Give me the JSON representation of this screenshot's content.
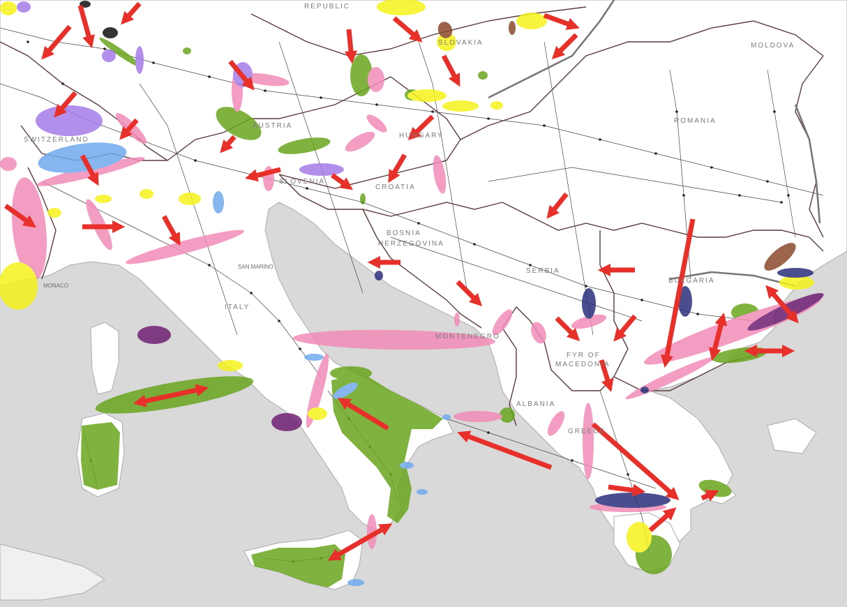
{
  "map": {
    "colors": {
      "sea": "#d9d9d9",
      "land": "#ffffff",
      "border": "#5a3a3a",
      "grid": "#333333",
      "arrow": "#e8302a",
      "pink": "#f28cb8",
      "green": "#6aa51e",
      "yellow": "#f5f21a",
      "blue": "#6fa9ec",
      "violet": "#a57be8",
      "purple": "#6e1f72",
      "navy": "#2b2f7a",
      "brown": "#8b4a2b",
      "black": "#111111"
    },
    "labels": {
      "republic": "REPUBLIC",
      "slovakia": "SLOVAKIA",
      "moldova": "MOLDOVA",
      "austria": "AUSTRIA",
      "hungary": "HUNGARY",
      "romania": "ROMANIA",
      "switzerland": "SWITZERLAND",
      "slovenia": "SLOVENIA",
      "croatia": "CROATIA",
      "bosnia": "BOSNIA",
      "herzegovina": "HERZEGOVINA",
      "serbia": "SERBIA",
      "bulgaria": "BULGARIA",
      "monaco": "MONACO",
      "san_marino": "SAN MARINO",
      "italy": "ITALY",
      "montenegro": "MONTENEGRO",
      "fyrom_1": "FYR OF",
      "fyrom_2": "MACEDONIA",
      "albania": "ALBANIA",
      "greece": "GREECE"
    }
  }
}
